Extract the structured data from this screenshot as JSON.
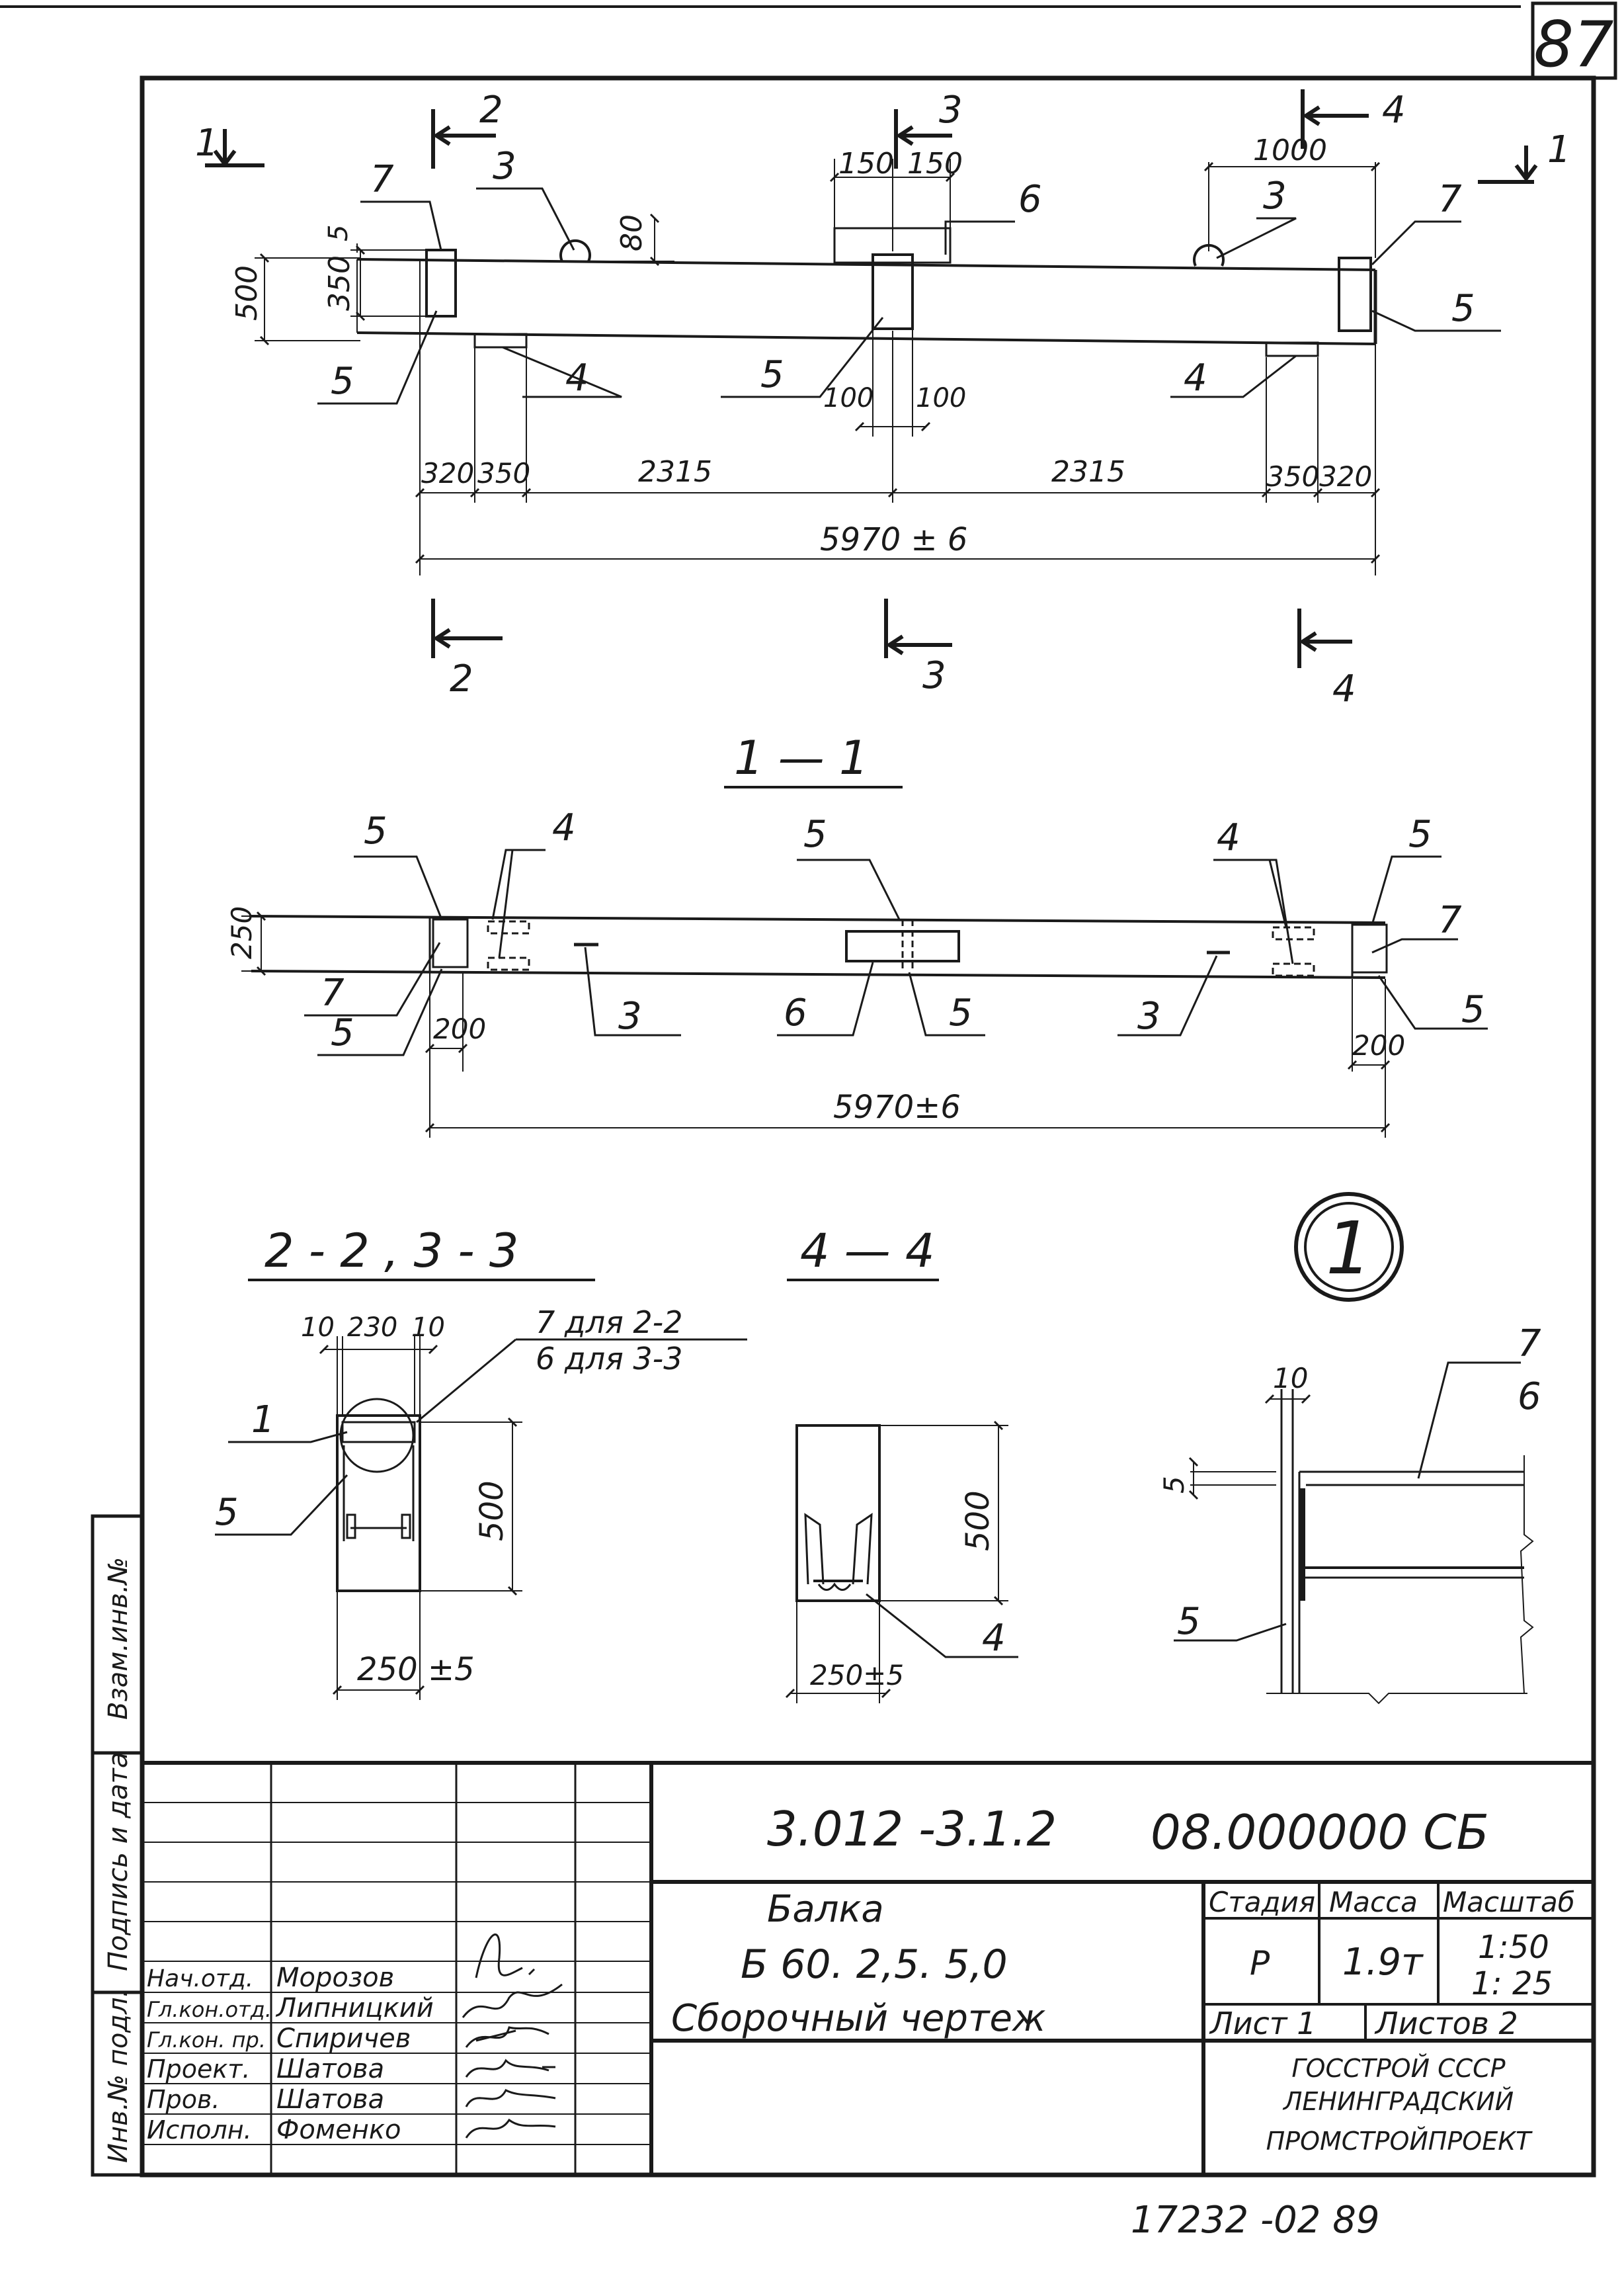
{
  "sheet_number": "87",
  "circle_mark": "1",
  "plan": {
    "section_marks": {
      "s1_left": "1",
      "s1_right": "1",
      "s2_top": "2",
      "s3_top": "3",
      "s4_top": "4",
      "s2_bottom": "2",
      "s3_bottom": "3",
      "s4_bottom": "4"
    },
    "dims": {
      "d150a": "150",
      "d150b": "150",
      "d1000": "1000",
      "d80": "80",
      "d5": "5",
      "d500": "500",
      "d350": "350",
      "d100a": "100",
      "d100b": "100",
      "d320a": "320",
      "d350a": "350",
      "d2315a": "2315",
      "d2315b": "2315",
      "d350b": "350",
      "d320b": "320",
      "total": "5970 ± 6"
    },
    "callouts": {
      "c7a": "7",
      "c3a": "3",
      "c6": "6",
      "c3b": "3",
      "c7b": "7",
      "c5a": "5",
      "c4a": "4",
      "c5b": "5",
      "c4b": "4",
      "c5c": "5"
    }
  },
  "section_1_1": {
    "title": "1 — 1",
    "dims": {
      "d250": "250",
      "d200a": "200",
      "d200b": "200",
      "total": "5970±6"
    },
    "callouts": {
      "c5a": "5",
      "c4a": "4",
      "c5b": "5",
      "c4b": "4",
      "c5c": "5",
      "c7a": "7",
      "c5d": "5",
      "c3a": "3",
      "c6": "6",
      "c5e": "5",
      "c3b": "3",
      "c7b": "7",
      "c5f": "5"
    }
  },
  "section_2_3": {
    "title": "2 - 2 , 3 - 3",
    "dims": {
      "d10a": "10",
      "d230": "230",
      "d10b": "10",
      "d500": "500",
      "d250": "250 ±5"
    },
    "note_line1": "7  для 2-2",
    "note_line2": "6  для 3-3",
    "callouts": {
      "c1": "1",
      "c5": "5"
    }
  },
  "section_4_4": {
    "title": "4 — 4",
    "dims": {
      "d500": "500",
      "d250": "250±5"
    },
    "callouts": {
      "c4": "4"
    }
  },
  "detail": {
    "dims": {
      "d10": "10",
      "d5": "5"
    },
    "callouts": {
      "c7": "7",
      "c6": "6",
      "c5": "5"
    }
  },
  "side_stamp": {
    "vzam": "Взам.инв.№",
    "podpis": "Подпись и дата",
    "inv": "Инв.№ подл."
  },
  "title_block": {
    "doc_code": "3.012 -3.1.2",
    "doc_number": "08.000000 СБ",
    "name_line1": "Балка",
    "name_line2": "Б 60. 2,5. 5,0",
    "name_line3": "Сборочный чертеж",
    "col_stage": "Стадия",
    "col_mass": "Масса",
    "col_scale": "Масштаб",
    "stage": "Р",
    "mass": "1.9т",
    "scale1": "1:50",
    "scale2": "1: 25",
    "sheet_label": "Лист  1",
    "sheets_label": "Листов  2",
    "org1": "ГОССТРОЙ СССР",
    "org2": "ЛЕНИНГРАДСКИЙ",
    "org3": "ПРОМСТРОЙПРОЕКТ",
    "staff": [
      {
        "role": "Нач.отд.",
        "name": "Морозов"
      },
      {
        "role": "Гл.кон.отд.",
        "name": "Липницкий"
      },
      {
        "role": "Гл.кон. пр.",
        "name": "Спиричев"
      },
      {
        "role": "Проект.",
        "name": "Шатова"
      },
      {
        "role": "Пров.",
        "name": "Шатова"
      },
      {
        "role": "Исполн.",
        "name": "Фоменко"
      }
    ]
  },
  "bottom_ref": "17232 -02   89"
}
